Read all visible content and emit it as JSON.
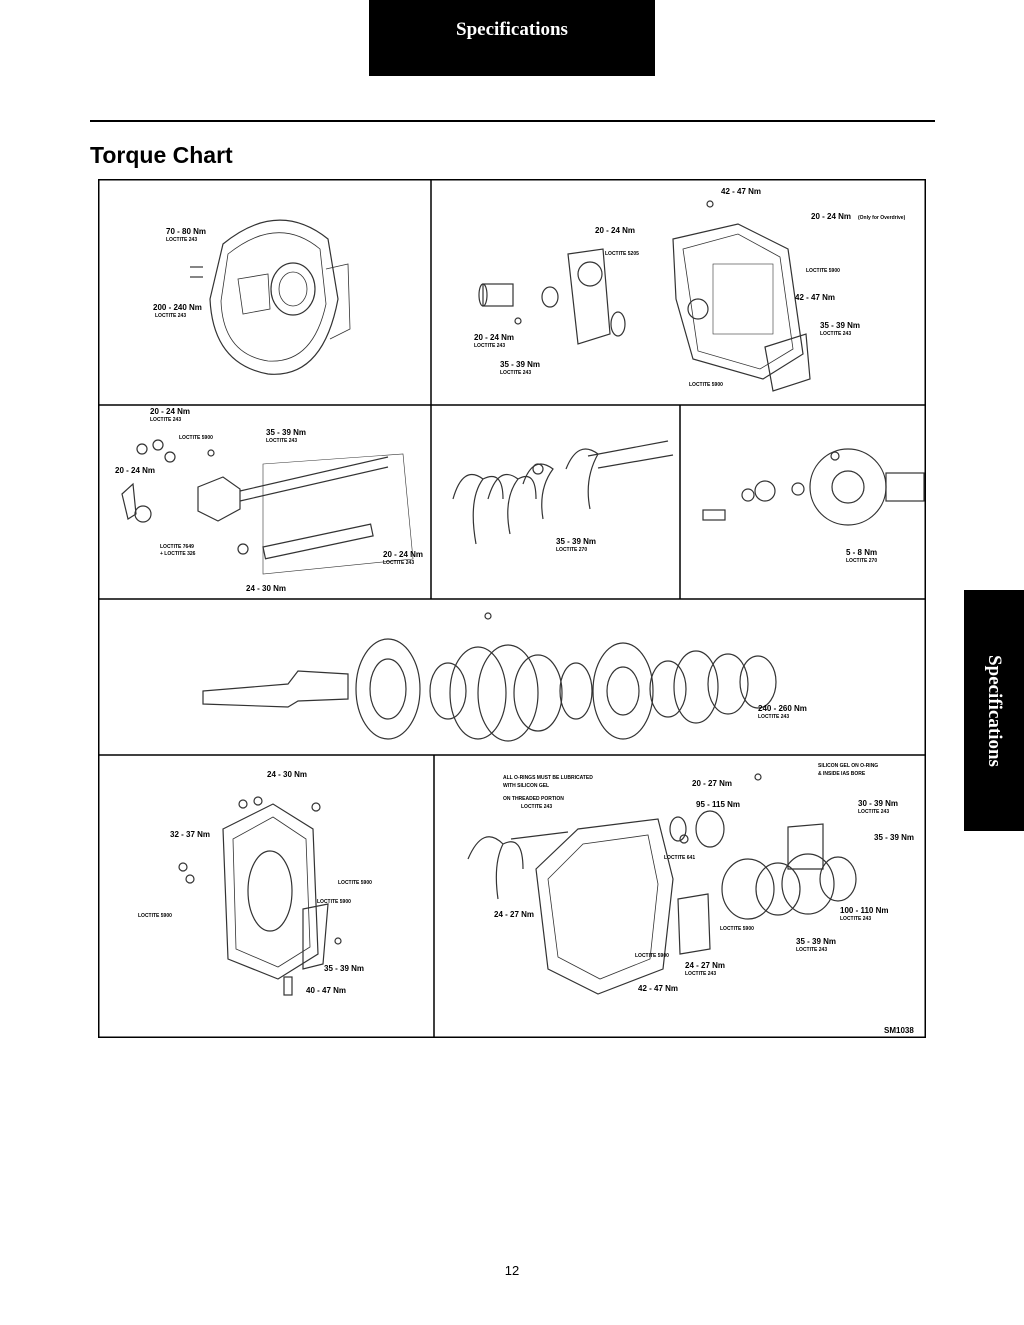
{
  "header": {
    "tab_label": "Specifications"
  },
  "side_tab": {
    "label": "Specifications"
  },
  "page": {
    "title": "Torque Chart",
    "number": "12"
  },
  "figure": {
    "id_label": "SM1038",
    "panel1": {
      "l1": "70 - 80 Nm",
      "l1s": "LOCTITE 243",
      "l2": "200 - 240 Nm",
      "l2s": "LOCTITE 243"
    },
    "panel2": {
      "l1": "42 - 47 Nm",
      "l2": "20 - 24 Nm",
      "l3": "20 - 24 Nm",
      "l3note": "(Only for Overdrive)",
      "l4": "LOCTITE 5205",
      "l5": "LOCTITE 5900",
      "l6": "42 - 47 Nm",
      "l7": "35 - 39 Nm",
      "l7s": "LOCTITE 243",
      "l8": "20 - 24 Nm",
      "l8s": "LOCTITE 243",
      "l9": "35 - 39 Nm",
      "l9s": "LOCTITE 243",
      "l10": "LOCTITE 5900"
    },
    "panel3": {
      "l1": "20 - 24 Nm",
      "l1s": "LOCTITE 243",
      "l2": "LOCTITE 5900",
      "l3": "35 - 39 Nm",
      "l3s": "LOCTITE 243",
      "l4": "20 - 24 Nm",
      "l5": "LOCTITE 7649",
      "l6": "+ LOCTITE 326",
      "l7": "20 - 24 Nm",
      "l7s": "LOCTITE 243",
      "l8": "24 - 30 Nm"
    },
    "panel4": {
      "l1": "35 - 39 Nm",
      "l1s": "LOCTITE 270"
    },
    "panel5": {
      "l1": "5 - 8 Nm",
      "l1s": "LOCTITE 270"
    },
    "panel6": {
      "l1": "240 - 260 Nm",
      "l1s": "LOCTITE 243"
    },
    "panel7": {
      "l1": "24 - 30 Nm",
      "l2": "32 - 37 Nm",
      "l3": "LOCTITE 5900",
      "l4": "LOCTITE 5900",
      "l5": "LOCTITE 5900",
      "l6": "35 - 39 Nm",
      "l7": "40 - 47 Nm"
    },
    "panel8": {
      "l1": "ALL O-RINGS MUST BE LUBRICATED",
      "l2": "WITH SILICON GEL",
      "l3": "ON THREADED PORTION",
      "l4": "LOCTITE 243",
      "l5": "20 - 27 Nm",
      "l6": "SILICON GEL ON O-RING",
      "l7": "& INSIDE IAS BORE",
      "l8": "95 - 115 Nm",
      "l9": "30 - 39 Nm",
      "l9s": "LOCTITE 243",
      "l10": "35 - 39 Nm",
      "l11": "LOCTITE 641",
      "l12": "24 - 27 Nm",
      "l13": "100 - 110 Nm",
      "l13s": "LOCTITE 243",
      "l14": "LOCTITE 5900",
      "l15": "35 - 39 Nm",
      "l15s": "LOCTITE 243",
      "l16": "LOCTITE 5900",
      "l17": "24 - 27 Nm",
      "l17s": "LOCTITE 243",
      "l18": "42 - 47 Nm"
    }
  }
}
